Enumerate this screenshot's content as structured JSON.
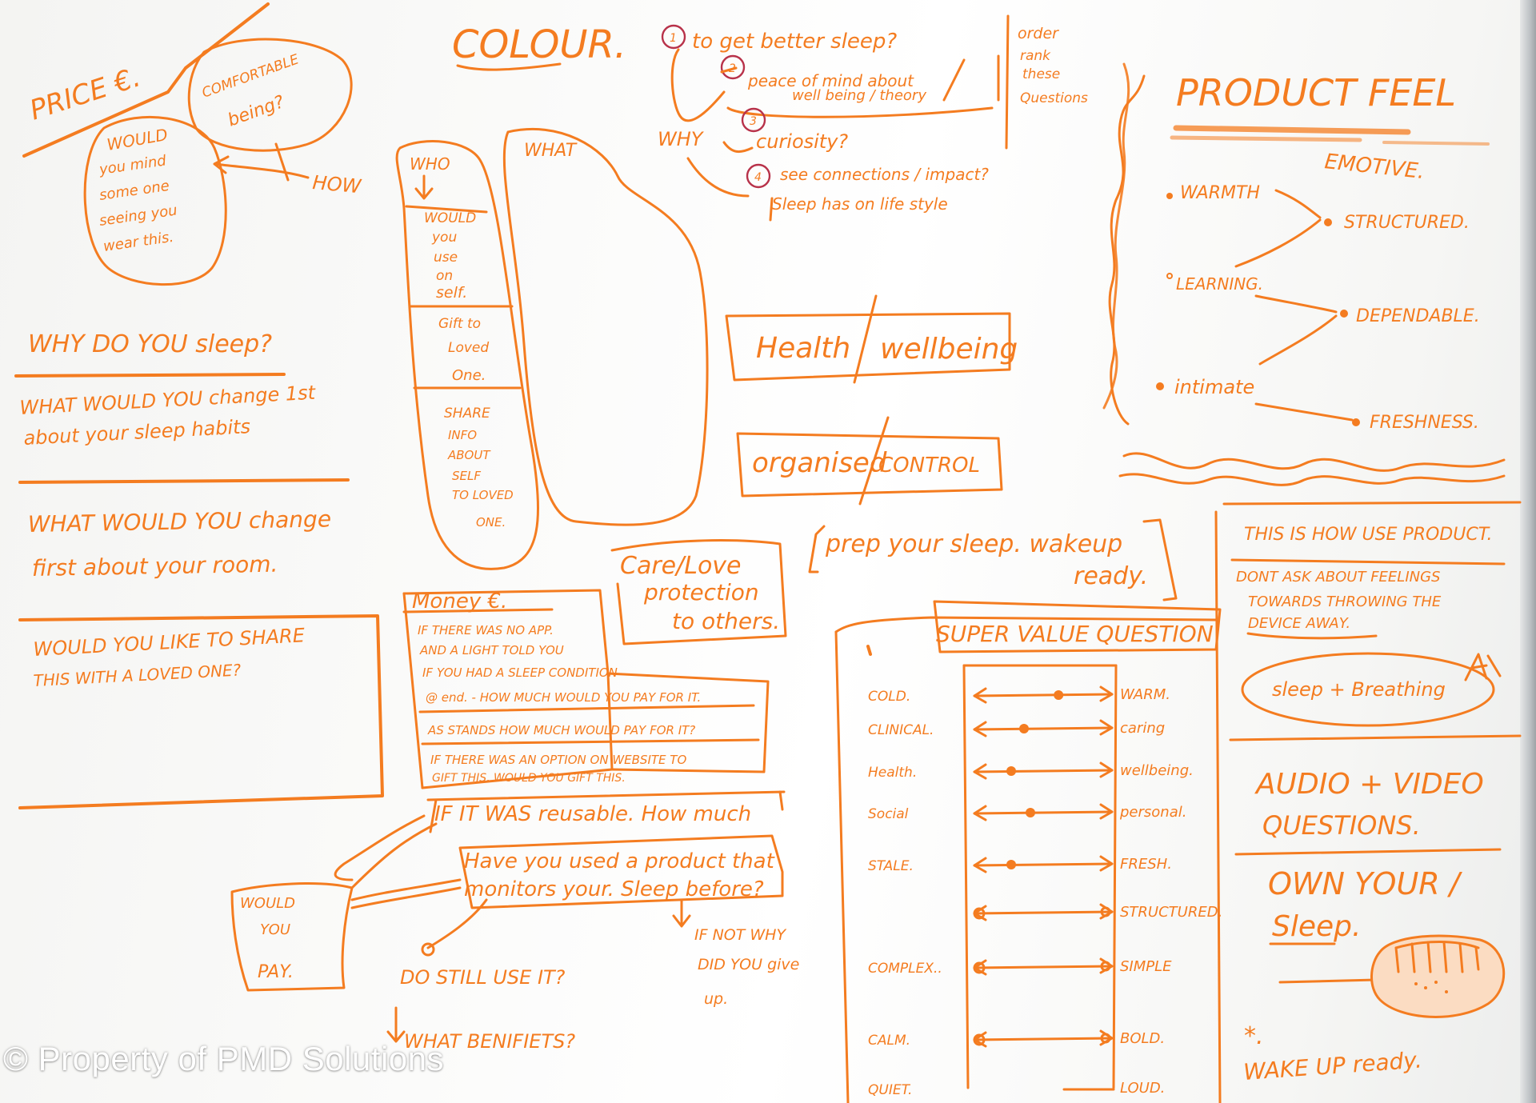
{
  "board": {
    "price": "PRICE €.",
    "comfortable_1": "COMFORTABLE",
    "comfortable_2": "being?",
    "how": "HOW",
    "would_1": "WOULD",
    "would_2": "you mind",
    "would_3": "some one",
    "would_4": "seeing you",
    "would_5": "wear this.",
    "colour": "COLOUR.",
    "q1": "to get better sleep?",
    "q2": "peace of mind about",
    "q3": "well being / theory",
    "why": "WHY",
    "q4": "curiosity?",
    "q5": "see connections / impact?",
    "q6": "Sleep has on life style",
    "order_1": "order",
    "order_2": "rank",
    "order_3": "these",
    "order_4": "Questions",
    "n1": "1",
    "n2": "2",
    "n3": "3",
    "n4": "4",
    "who": "WHO",
    "what": "WHAT",
    "who_would_1": "WOULD",
    "who_would_2": "you",
    "who_would_3": "use",
    "who_would_4": "on",
    "who_would_5": "self.",
    "gift_1": "Gift to",
    "gift_2": "Loved",
    "gift_3": "One.",
    "share_1": "SHARE",
    "share_2": "INFO",
    "share_3": "ABOUT",
    "share_4": "SELF",
    "share_5": "TO LOVED",
    "share_6": "ONE.",
    "health": "Health",
    "wellbeing": "wellbeing",
    "organised": "organised",
    "control": "CONTROL",
    "product_feel": "PRODUCT FEEL",
    "emotive": "EMOTIVE.",
    "warmth": "WARMTH",
    "structured_top": "STRUCTURED.",
    "learning": "LEARNING.",
    "dependable": "DEPENDABLE.",
    "intimate": "intimate",
    "freshness": "FRESHNESS.",
    "why_sleep": "WHY DO YOU sleep?",
    "change_habits_1": "WHAT WOULD YOU change 1st",
    "change_habits_2": "about your sleep habits",
    "change_room_1": "WHAT WOULD YOU change",
    "change_room_2": "first about your room.",
    "share_loved_1": "WOULD YOU LIKE TO SHARE",
    "share_loved_2": "THIS WITH A LOVED ONE?",
    "prep_1": "prep your sleep. wakeup",
    "prep_2": "ready.",
    "care_1": "Care/Love",
    "care_2": "protection",
    "care_3": "to others.",
    "money": "Money €.",
    "money_1": "IF THERE WAS NO APP.",
    "money_2": "AND A LIGHT TOLD YOU",
    "money_3": "IF YOU HAD A SLEEP CONDITION",
    "money_4": "@ end. - HOW MUCH WOULD YOU PAY FOR IT.",
    "money_5": "AS STANDS HOW MUCH WOULD PAY FOR IT?",
    "money_6": "IF THERE WAS AN OPTION ON WEBSITE TO",
    "money_7": "GIFT THIS, WOULD YOU GIFT THIS.",
    "reusable": "IF IT WAS reusable. How much",
    "used_1": "Have you used a product that",
    "used_2": "monitors your. Sleep before?",
    "would_pay_1": "WOULD",
    "would_pay_2": "YOU",
    "would_pay_3": "PAY.",
    "still_use": "DO STILL USE IT?",
    "benefits": "WHAT BENIFIETS?",
    "give_up_1": "IF NOT WHY",
    "give_up_2": "DID YOU give",
    "give_up_3": "up.",
    "super_value": "SUPER VALUE QUESTION",
    "scale_left": [
      "COLD.",
      "CLINICAL.",
      "Health.",
      "Social",
      "STALE.",
      "",
      "COMPLEX..",
      "CALM.",
      "QUIET."
    ],
    "scale_right": [
      "WARM.",
      "caring",
      "wellbeing.",
      "personal.",
      "FRESH.",
      "STRUCTURED.",
      "SIMPLE",
      "BOLD.",
      "LOUD."
    ],
    "how_use_1": "THIS IS HOW USE PRODUCT.",
    "how_use_2": "DONT ASK ABOUT FEELINGS",
    "how_use_3": "TOWARDS THROWING THE",
    "how_use_4": "DEVICE AWAY.",
    "sleep_breathing": "sleep + Breathing",
    "audio_1": "AUDIO + VIDEO",
    "audio_2": "QUESTIONS.",
    "own_1": "OWN YOUR /",
    "own_2": "Sleep.",
    "wake_up": "WAKE UP ready.",
    "star": "*."
  },
  "watermark": "© Property of PMD Solutions",
  "colors": {
    "ink": "#f47c20",
    "board": "#fbfbfa",
    "ring": "#b8324a"
  }
}
